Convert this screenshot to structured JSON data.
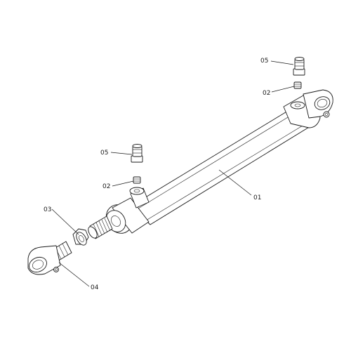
{
  "callouts": {
    "c01": "01",
    "c02_top": "02",
    "c02_mid": "02",
    "c03": "03",
    "c04": "04",
    "c05_top": "05",
    "c05_mid": "05"
  },
  "colors": {
    "line": "#1a1a1a",
    "background": "#ffffff"
  }
}
